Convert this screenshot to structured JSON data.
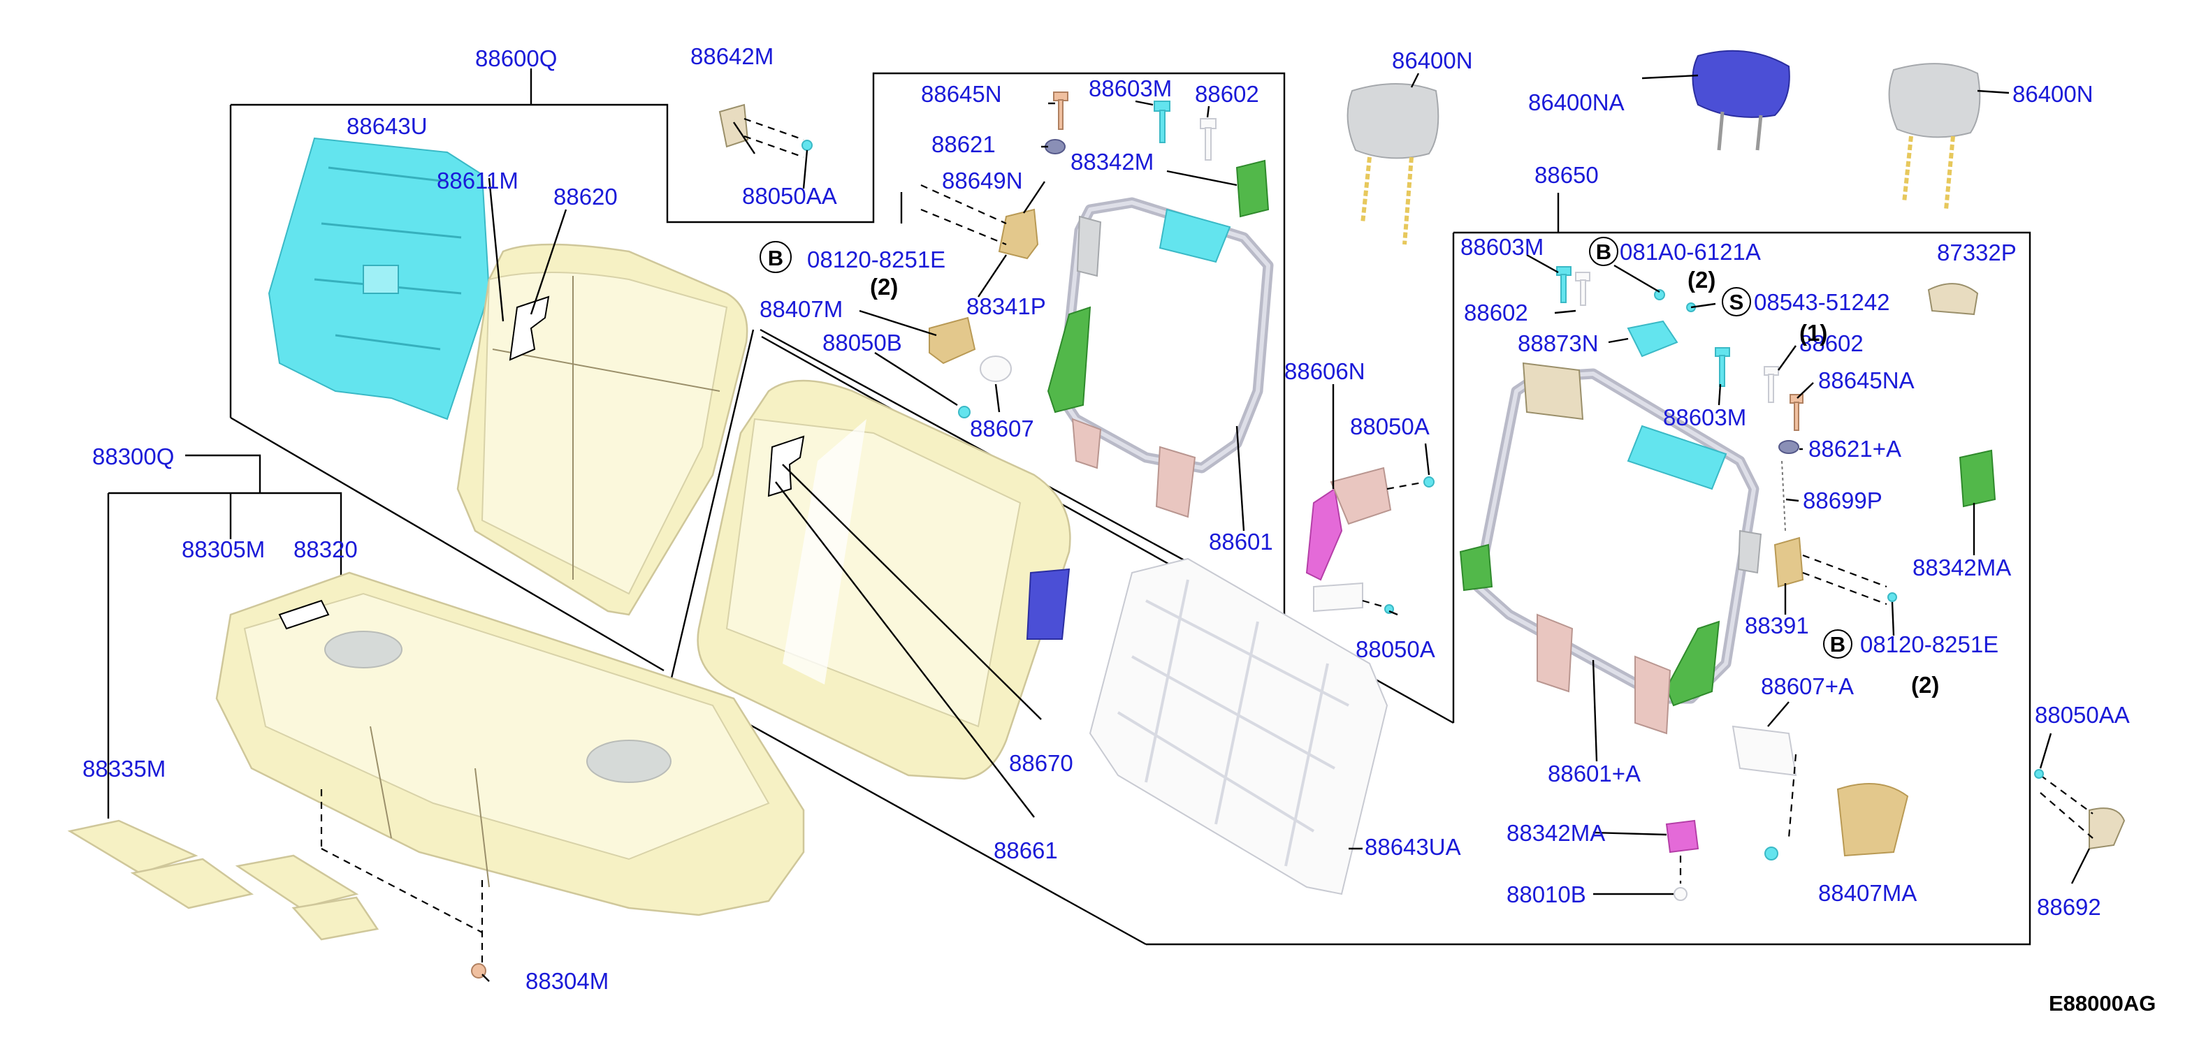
{
  "diagram": {
    "code": "E88000AG",
    "labels": {
      "p88600Q": "88600Q",
      "p88642M": "88642M",
      "p88050AA_top": "88050AA",
      "p88643U": "88643U",
      "p88611M": "88611M",
      "p88620": "88620",
      "p88645N": "88645N",
      "p88603M_top": "88603M",
      "p88602_top": "88602",
      "p88621": "88621",
      "p88649N": "88649N",
      "p88342M": "88342M",
      "p08120_8251E_left": "08120-8251E",
      "p88341P": "88341P",
      "p88407M": "88407M",
      "p88050B": "88050B",
      "p88607": "88607",
      "p88601": "88601",
      "p88606N": "88606N",
      "p88050A_top": "88050A",
      "p88050A_bottom": "88050A",
      "p86400N_left": "86400N",
      "p86400NA": "86400NA",
      "p86400N_right": "86400N",
      "p88650": "88650",
      "p88603M_r1": "88603M",
      "p081A0_6121A": "081A0-6121A",
      "p87332P": "87332P",
      "p88602_r1": "88602",
      "p08543_51242": "08543-51242",
      "p88873N": "88873N",
      "p88602_r2": "88602",
      "p88645NA": "88645NA",
      "p88603M_r2": "88603M",
      "p88621A": "88621+A",
      "p88699P": "88699P",
      "p88342MA_r": "88342MA",
      "p88391": "88391",
      "p08120_8251E_right": "08120-8251E",
      "p88607A": "88607+A",
      "p88601A": "88601+A",
      "p88342MA_b": "88342MA",
      "p88010B": "88010B",
      "p88407MA": "88407MA",
      "p88050AA_right": "88050AA",
      "p88692": "88692",
      "p88643UA": "88643UA",
      "p88670": "88670",
      "p88661": "88661",
      "p88300Q": "88300Q",
      "p88305M": "88305M",
      "p88320": "88320",
      "p88335M": "88335M",
      "p88304M": "88304M"
    },
    "quantities": {
      "q_left": "(2)",
      "q_right_top": "(2)",
      "q_right_1": "(1)",
      "q_right_bottom": "(2)"
    },
    "markers": {
      "b_left": "B",
      "b_right_top": "B",
      "s_right": "S",
      "b_right_bottom": "B"
    },
    "colors": {
      "label_blue": "#1a1ad8",
      "foam": "#f6f1c4",
      "cyan_part": "#63e4ee",
      "green_part": "#52b84a",
      "headrest_blue": "#4b4fd6",
      "bracket_magenta": "#e46ad8"
    }
  }
}
